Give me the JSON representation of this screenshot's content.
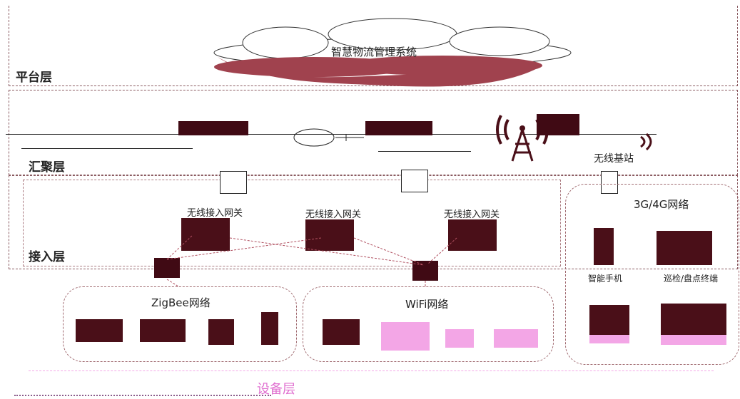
{
  "layers": {
    "platform": "平台层",
    "aggregation": "汇聚层",
    "access": "接入层",
    "device": "设备层"
  },
  "cloud": {
    "title": "智慧物流管理系统"
  },
  "aggregation": {
    "base_station": "无线基站"
  },
  "gateways": [
    {
      "label": "无线接入网关"
    },
    {
      "label": "无线接入网关"
    },
    {
      "label": "无线接入网关"
    }
  ],
  "networks": {
    "zigbee": "ZigBee网络",
    "wifi": "WiFi网络",
    "cellular": "3G/4G网络"
  },
  "mobile_devices": [
    {
      "label": "智能手机"
    },
    {
      "label": "巡检/盘点终端"
    }
  ],
  "colors": {
    "device_dark": "#4a0f18",
    "cloud": "#a0424e",
    "accent_pink": "#f3a6e6",
    "dashed_border": "#8a5a60"
  }
}
